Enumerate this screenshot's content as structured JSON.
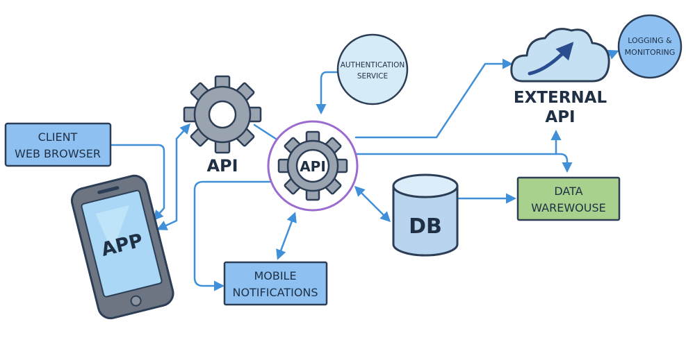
{
  "diagram": {
    "client": {
      "line1": "CLIENT",
      "line2": "WEB BROWSER"
    },
    "app": {
      "label": "APP"
    },
    "api_left": {
      "label": "API"
    },
    "api_center": {
      "label": "API"
    },
    "auth": {
      "line1": "AUTHENTICATION",
      "line2": "SERVICE"
    },
    "external": {
      "line1": "EXTERNAL",
      "line2": "API"
    },
    "logging": {
      "line1": "LOGGING &",
      "line2": "MONITORING"
    },
    "db": {
      "label": "DB"
    },
    "warehouse": {
      "line1": "DATA",
      "line2": "WAREWOUSE"
    },
    "mobile": {
      "line1": "MOBILE",
      "line2": "NOTIFICATIONS"
    }
  },
  "colors": {
    "connector": "#3f8fd9",
    "box_fill": "#8ec1f2",
    "box_stroke": "#2c3e55",
    "warehouse_fill": "#a9d18e",
    "circle_fill": "#d6ebf8",
    "gear_fill": "#9aa3b0",
    "ring": "#9b6bcf"
  }
}
